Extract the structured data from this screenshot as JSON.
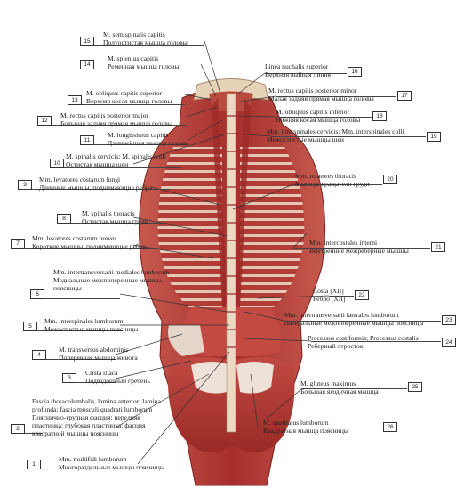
{
  "colors": {
    "muscle": "#b83a37",
    "muscle_dark": "#8e2724",
    "tendon": "#e9dcd4",
    "bone": "#e6d3b8",
    "leader": "#333333"
  },
  "labels": [
    {
      "n": "1",
      "la": "Mm. multifidi lumborum",
      "ru": "Многораздельные мышцы поясницы"
    },
    {
      "n": "2",
      "la": "Fascia thoracolumbalis, lamina anterior; lamina profunda; fascia musculi quadrati lumborum",
      "ru": "Пояснично-грудная фасция; передняя пластинка; глубокая пластинка; фасция квадратной мышцы поясницы"
    },
    {
      "n": "3",
      "la": "Crista iliaca",
      "ru": "Подвздошный гребень"
    },
    {
      "n": "4",
      "la": "M. transversus abdominis",
      "ru": "Поперечная мышца живота"
    },
    {
      "n": "5",
      "la": "Mm. interspinales lumborum",
      "ru": "Межостистые мышцы поясницы"
    },
    {
      "n": "6",
      "la": "Mm. intertransversarii mediales lumborum",
      "ru": "Медиальные межпоперечные мышцы поясницы"
    },
    {
      "n": "7",
      "la": "Mm. levatores costarum breves",
      "ru": "Короткие мышцы, поднимающие ребра"
    },
    {
      "n": "8",
      "la": "M. spinalis thoracis",
      "ru": "Остистая мышца груди"
    },
    {
      "n": "9",
      "la": "Mm. levatores costarum longi",
      "ru": "Длинные мышцы, поднимающие ребра"
    },
    {
      "n": "10",
      "la": "M. spinalis cervicis; M. spinalis colli",
      "ru": "Остистая мышца шеи"
    },
    {
      "n": "11",
      "la": "M. longissimus capitis",
      "ru": "Длиннейшая мышца головы"
    },
    {
      "n": "12",
      "la": "M. rectus capitis posterior major",
      "ru": "Большая задняя прямая мышца головы"
    },
    {
      "n": "13",
      "la": "M. obliquus capitis superior",
      "ru": "Верхняя косая мышца головы"
    },
    {
      "n": "14",
      "la": "M. splenius capitis",
      "ru": "Ременная мышца головы"
    },
    {
      "n": "15",
      "la": "M. semispinalis capitis",
      "ru": "Полуостистая мышца головы"
    },
    {
      "n": "16",
      "la": "Linea nuchalis superior",
      "ru": "Верхняя выйная линия"
    },
    {
      "n": "17",
      "la": "M. rectus capitis posterior minor",
      "ru": "Малая задняя прямая мышца головы"
    },
    {
      "n": "18",
      "la": "M. obliquus capitis inferior",
      "ru": "Нижняя косая мышца головы"
    },
    {
      "n": "19",
      "la": "Mm. interspinales cervicis; Mm. interspinales colli",
      "ru": "Межостистые мышцы шеи"
    },
    {
      "n": "20",
      "la": "Mm. rotatores thoracis",
      "ru": "Мышцы-вращатели груди"
    },
    {
      "n": "21",
      "la": "Mm. intercostales interni",
      "ru": "Внутренние межреберные мышцы"
    },
    {
      "n": "22",
      "la": "Costa [XII]",
      "ru": "Ребро [XII]"
    },
    {
      "n": "23",
      "la": "Mm. intertransversarii laterales lumborum",
      "ru": "Латеральные межпоперечные мышцы поясницы"
    },
    {
      "n": "24",
      "la": "Processus costiformis; Processus costalis",
      "ru": "Реберный отросток"
    },
    {
      "n": "25",
      "la": "M. gluteus maximus",
      "ru": "Большая ягодичная мышца"
    },
    {
      "n": "26",
      "la": "M. quadratus lumborum",
      "ru": "Квадратная мышца поясницы"
    }
  ]
}
